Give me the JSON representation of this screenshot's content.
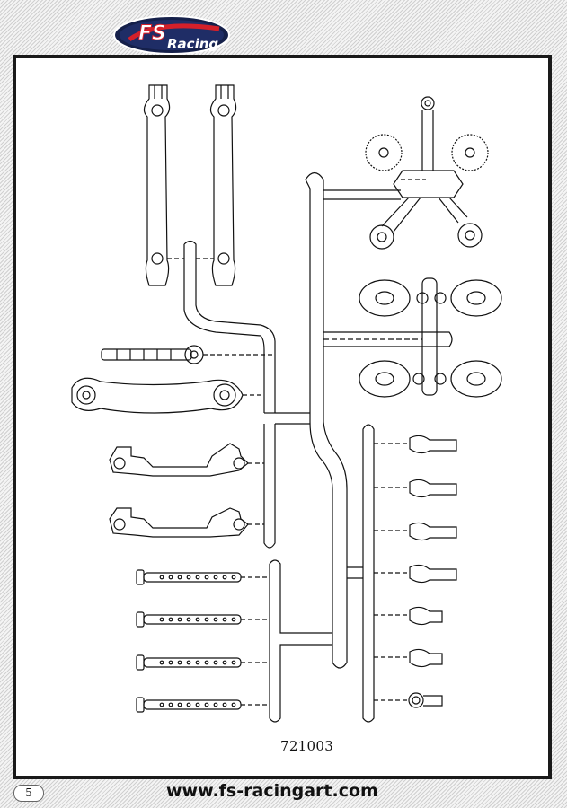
{
  "brand": {
    "logo_top": "FS",
    "logo_bottom": "Racing"
  },
  "part_number": "721003",
  "page_number": "5",
  "website": "www.fs-racingart.com",
  "colors": {
    "logo_navy": "#15204a",
    "logo_red": "#d4202a",
    "ink": "#111111"
  }
}
